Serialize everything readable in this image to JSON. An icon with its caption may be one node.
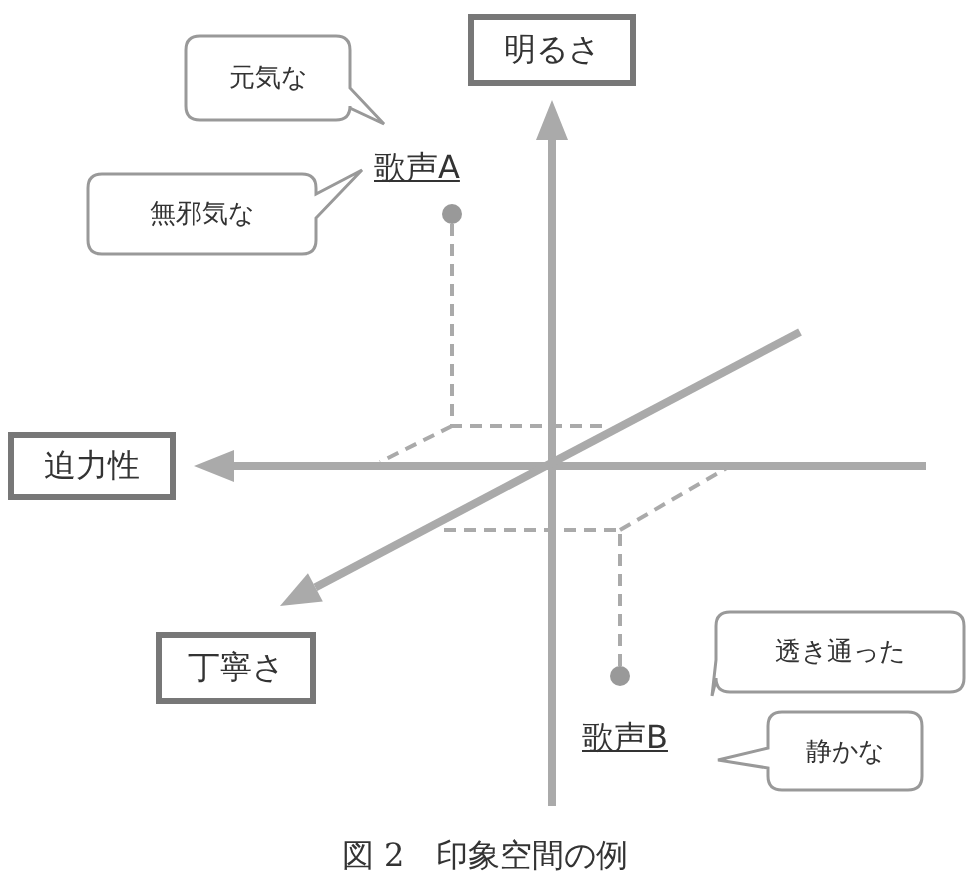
{
  "diagram": {
    "caption": "図 2　印象空間の例",
    "nodes": [
      {
        "text": [
          "明るさ"
        ]
      },
      {
        "text": [
          "元気な"
        ]
      },
      {
        "text": [
          "無邪気な"
        ]
      },
      {
        "text": [
          "迫力性"
        ]
      },
      {
        "text": [
          "丁寧さ"
        ]
      },
      {
        "text": [
          "透き通った"
        ]
      },
      {
        "text": [
          "静かな"
        ]
      }
    ],
    "labels": [
      "歌声A",
      "歌声B"
    ]
  }
}
